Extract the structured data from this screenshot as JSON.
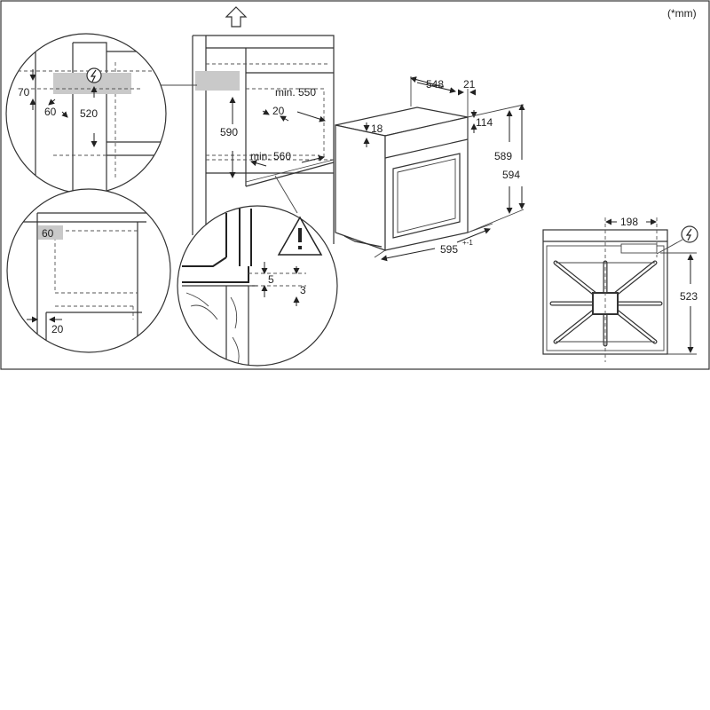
{
  "units_note": "(*mm)",
  "detail_top_left": {
    "dim_70": "70",
    "dim_60": "60",
    "dim_520": "520"
  },
  "cabinet": {
    "dim_min_550": "min. 550",
    "dim_20": "20",
    "dim_590": "590",
    "dim_min_560": "min. 560"
  },
  "detail_bottom_left": {
    "dim_60": "60",
    "dim_20": "20"
  },
  "detail_bottom_mid": {
    "dim_5": "5",
    "dim_3": "3"
  },
  "oven": {
    "dim_548": "548",
    "dim_21": "21",
    "dim_18": "18",
    "dim_114": "114",
    "dim_589": "589",
    "dim_594": "594",
    "dim_595": "595",
    "dim_595_tol": "+-1"
  },
  "top_view": {
    "dim_198": "198",
    "dim_523": "523"
  },
  "icons": [
    "electric-connection-icon",
    "warning-icon",
    "up-arrow-icon"
  ]
}
